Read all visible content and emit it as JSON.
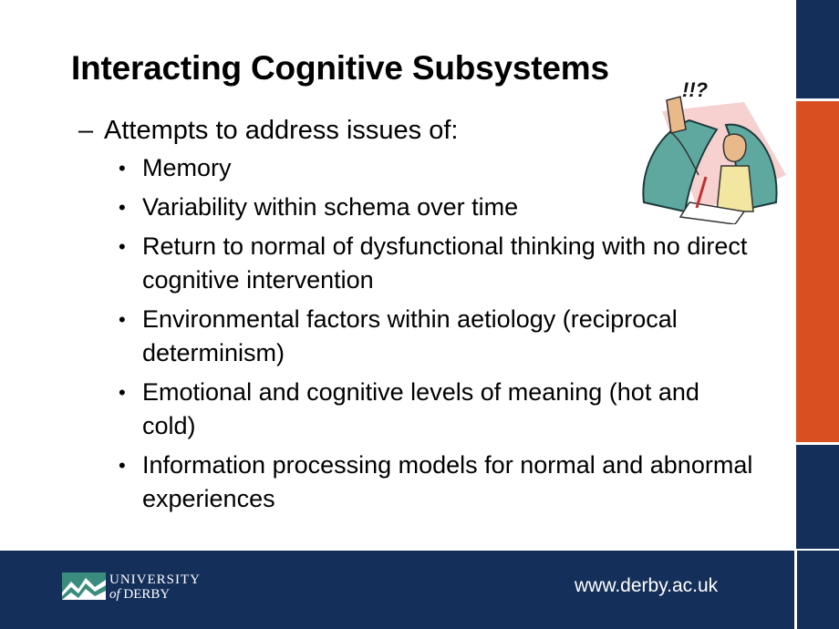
{
  "slide": {
    "title": "Interacting Cognitive Subsystems",
    "intro_marker": "–",
    "intro": "Attempts to address issues of:",
    "bullet_marker": "•",
    "items": [
      "Memory",
      "Variability within schema over time",
      "Return to normal of dysfunctional thinking with no direct cognitive intervention",
      "Environmental factors within aetiology (reciprocal determinism)",
      "Emotional and cognitive levels of meaning (hot and cold)",
      "Information processing models for normal and abnormal experiences"
    ],
    "clipart_exclaim": "!!?"
  },
  "footer": {
    "logo_line1": "UNIVERSITY",
    "logo_of": "of",
    "logo_derby": "DERBY",
    "url": "www.derby.ac.uk"
  },
  "colors": {
    "navy": "#132f5a",
    "orange": "#d94f21",
    "teal": "#3a8c7e"
  }
}
